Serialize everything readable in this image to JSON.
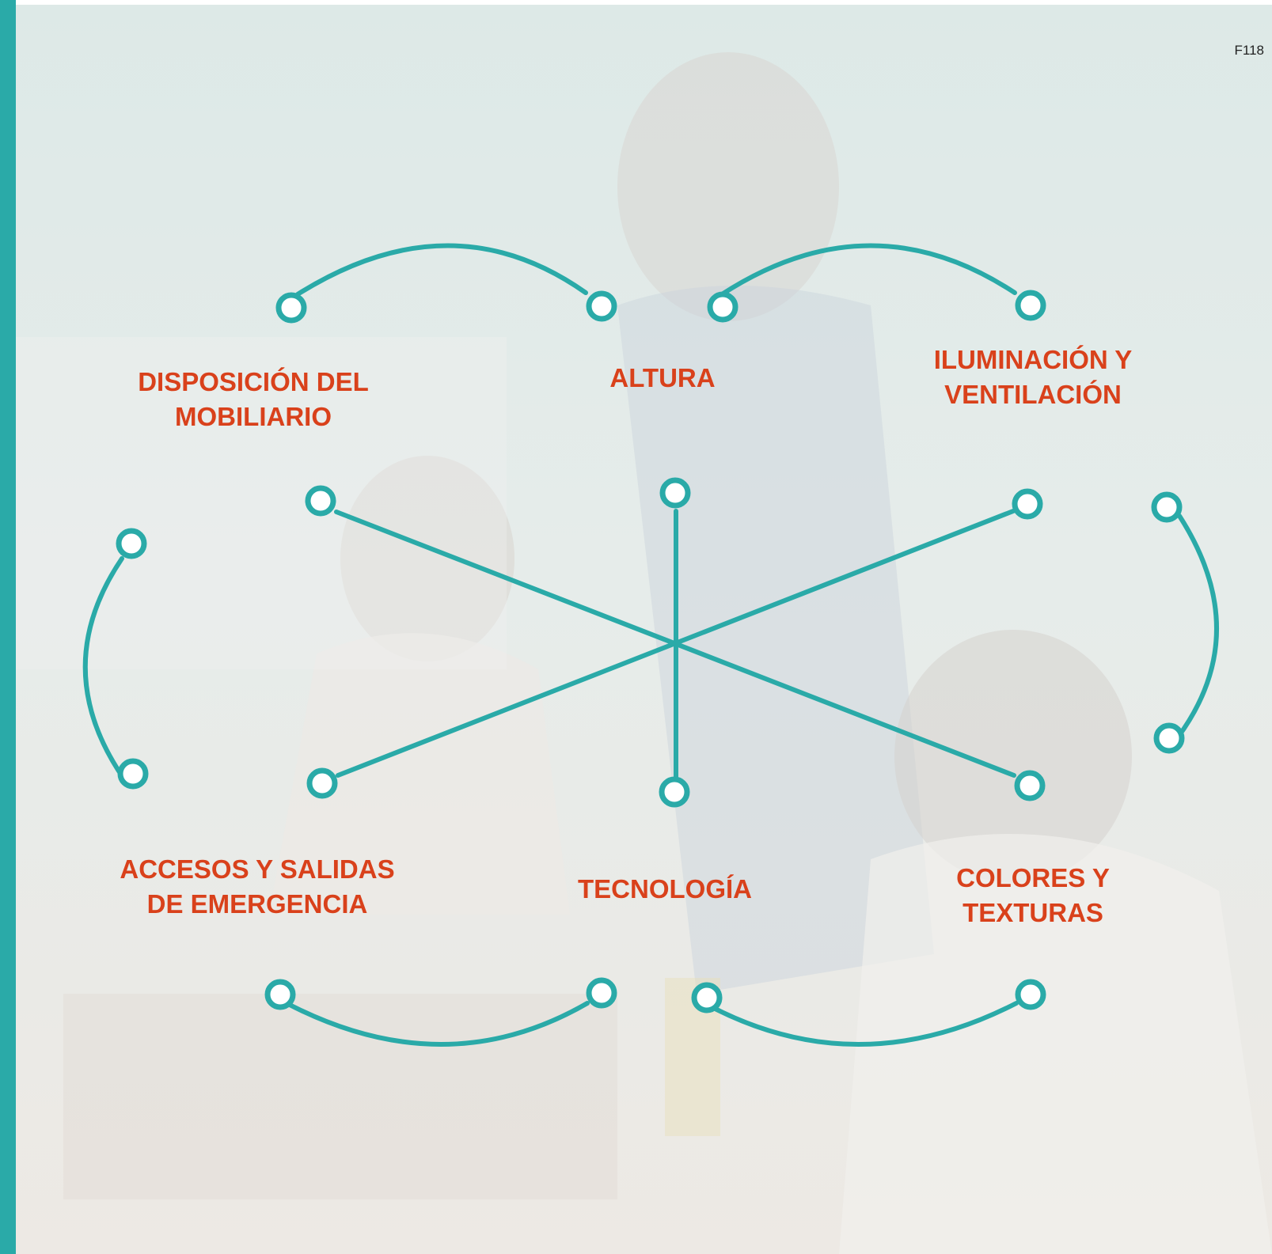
{
  "page_code": "F118",
  "colors": {
    "accent": "#2aaaa8",
    "label": "#d9411b"
  },
  "background_image": "classroom-photo",
  "labels": {
    "disposicion": "DISPOSICIÓN DEL\nMOBILIARIO",
    "altura": "ALTURA",
    "iluminacion": "ILUMINACIÓN Y\nVENTILACIÓN",
    "accesos": "ACCESOS Y SALIDAS\nDE EMERGENCIA",
    "tecnologia": "TECNOLOGÍA",
    "colores": "COLORES Y\nTEXTURAS"
  }
}
